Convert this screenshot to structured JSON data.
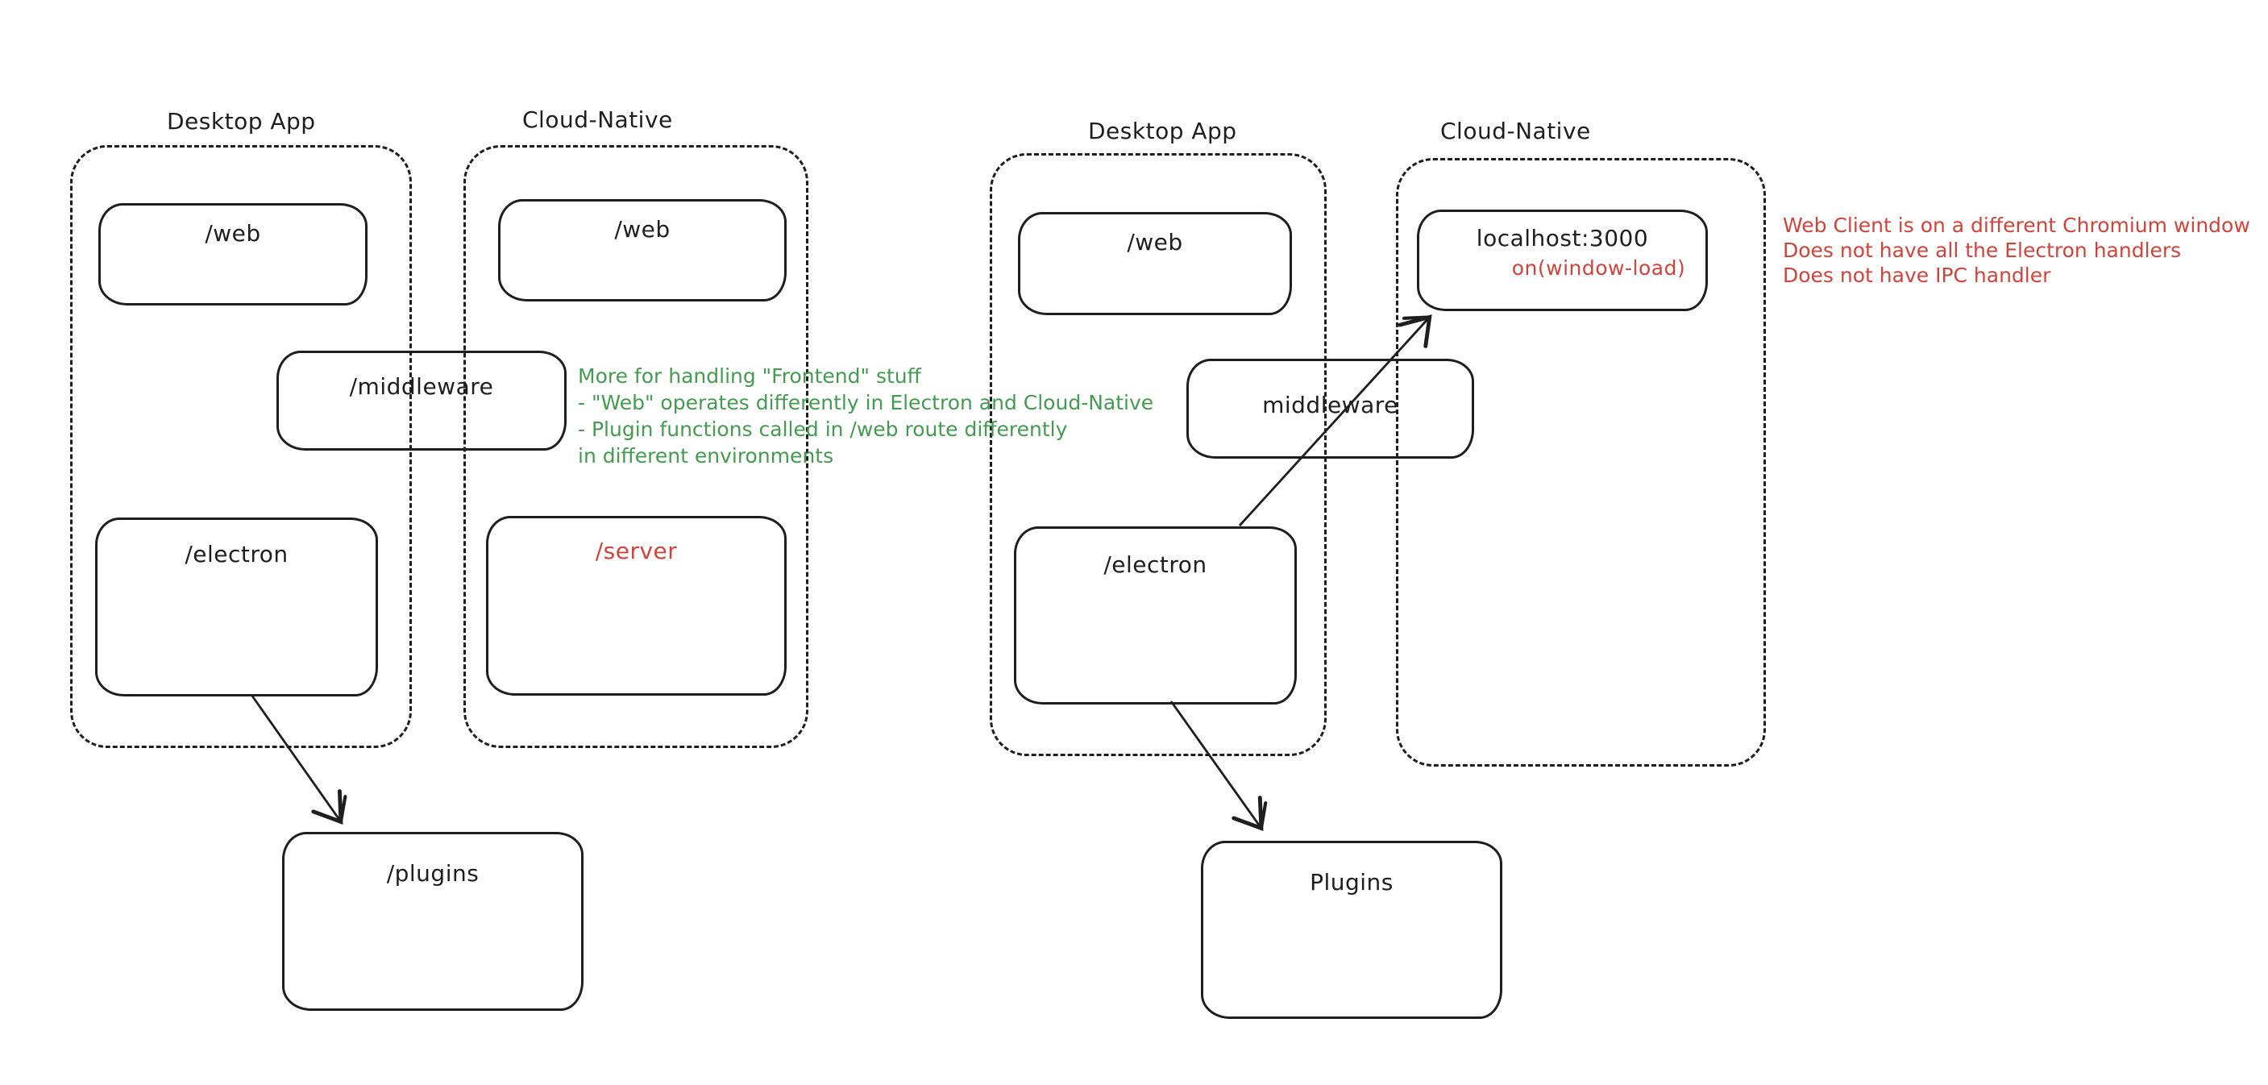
{
  "colors": {
    "ink": "#1e1e1e",
    "green": "#459a52",
    "red": "#cc453c"
  },
  "left_diagram": {
    "desktop_title": "Desktop App",
    "cloud_title": "Cloud-Native",
    "web_desktop_label": "/web",
    "web_cloud_label": "/web",
    "middleware_label": "/middleware",
    "electron_label": "/electron",
    "server_label": "/server",
    "plugins_label": "/plugins"
  },
  "right_diagram": {
    "desktop_title": "Desktop App",
    "cloud_title": "Cloud-Native",
    "web_label": "/web",
    "middleware_label": "middleware",
    "electron_label": "/electron",
    "localhost_label": "localhost:3000",
    "window_load_label": "on(window-load)",
    "plugins_label": "Plugins"
  },
  "notes": {
    "green": {
      "line1": "More for handling \"Frontend\" stuff",
      "line2": "- \"Web\" operates differently in Electron and Cloud-Native",
      "line3": "- Plugin functions called in /web route differently",
      "line4": "in different environments"
    },
    "red": {
      "line1": "Web Client is on a different Chromium window",
      "line2": "Does not have all the Electron handlers",
      "line3": "Does not have IPC handler"
    }
  }
}
